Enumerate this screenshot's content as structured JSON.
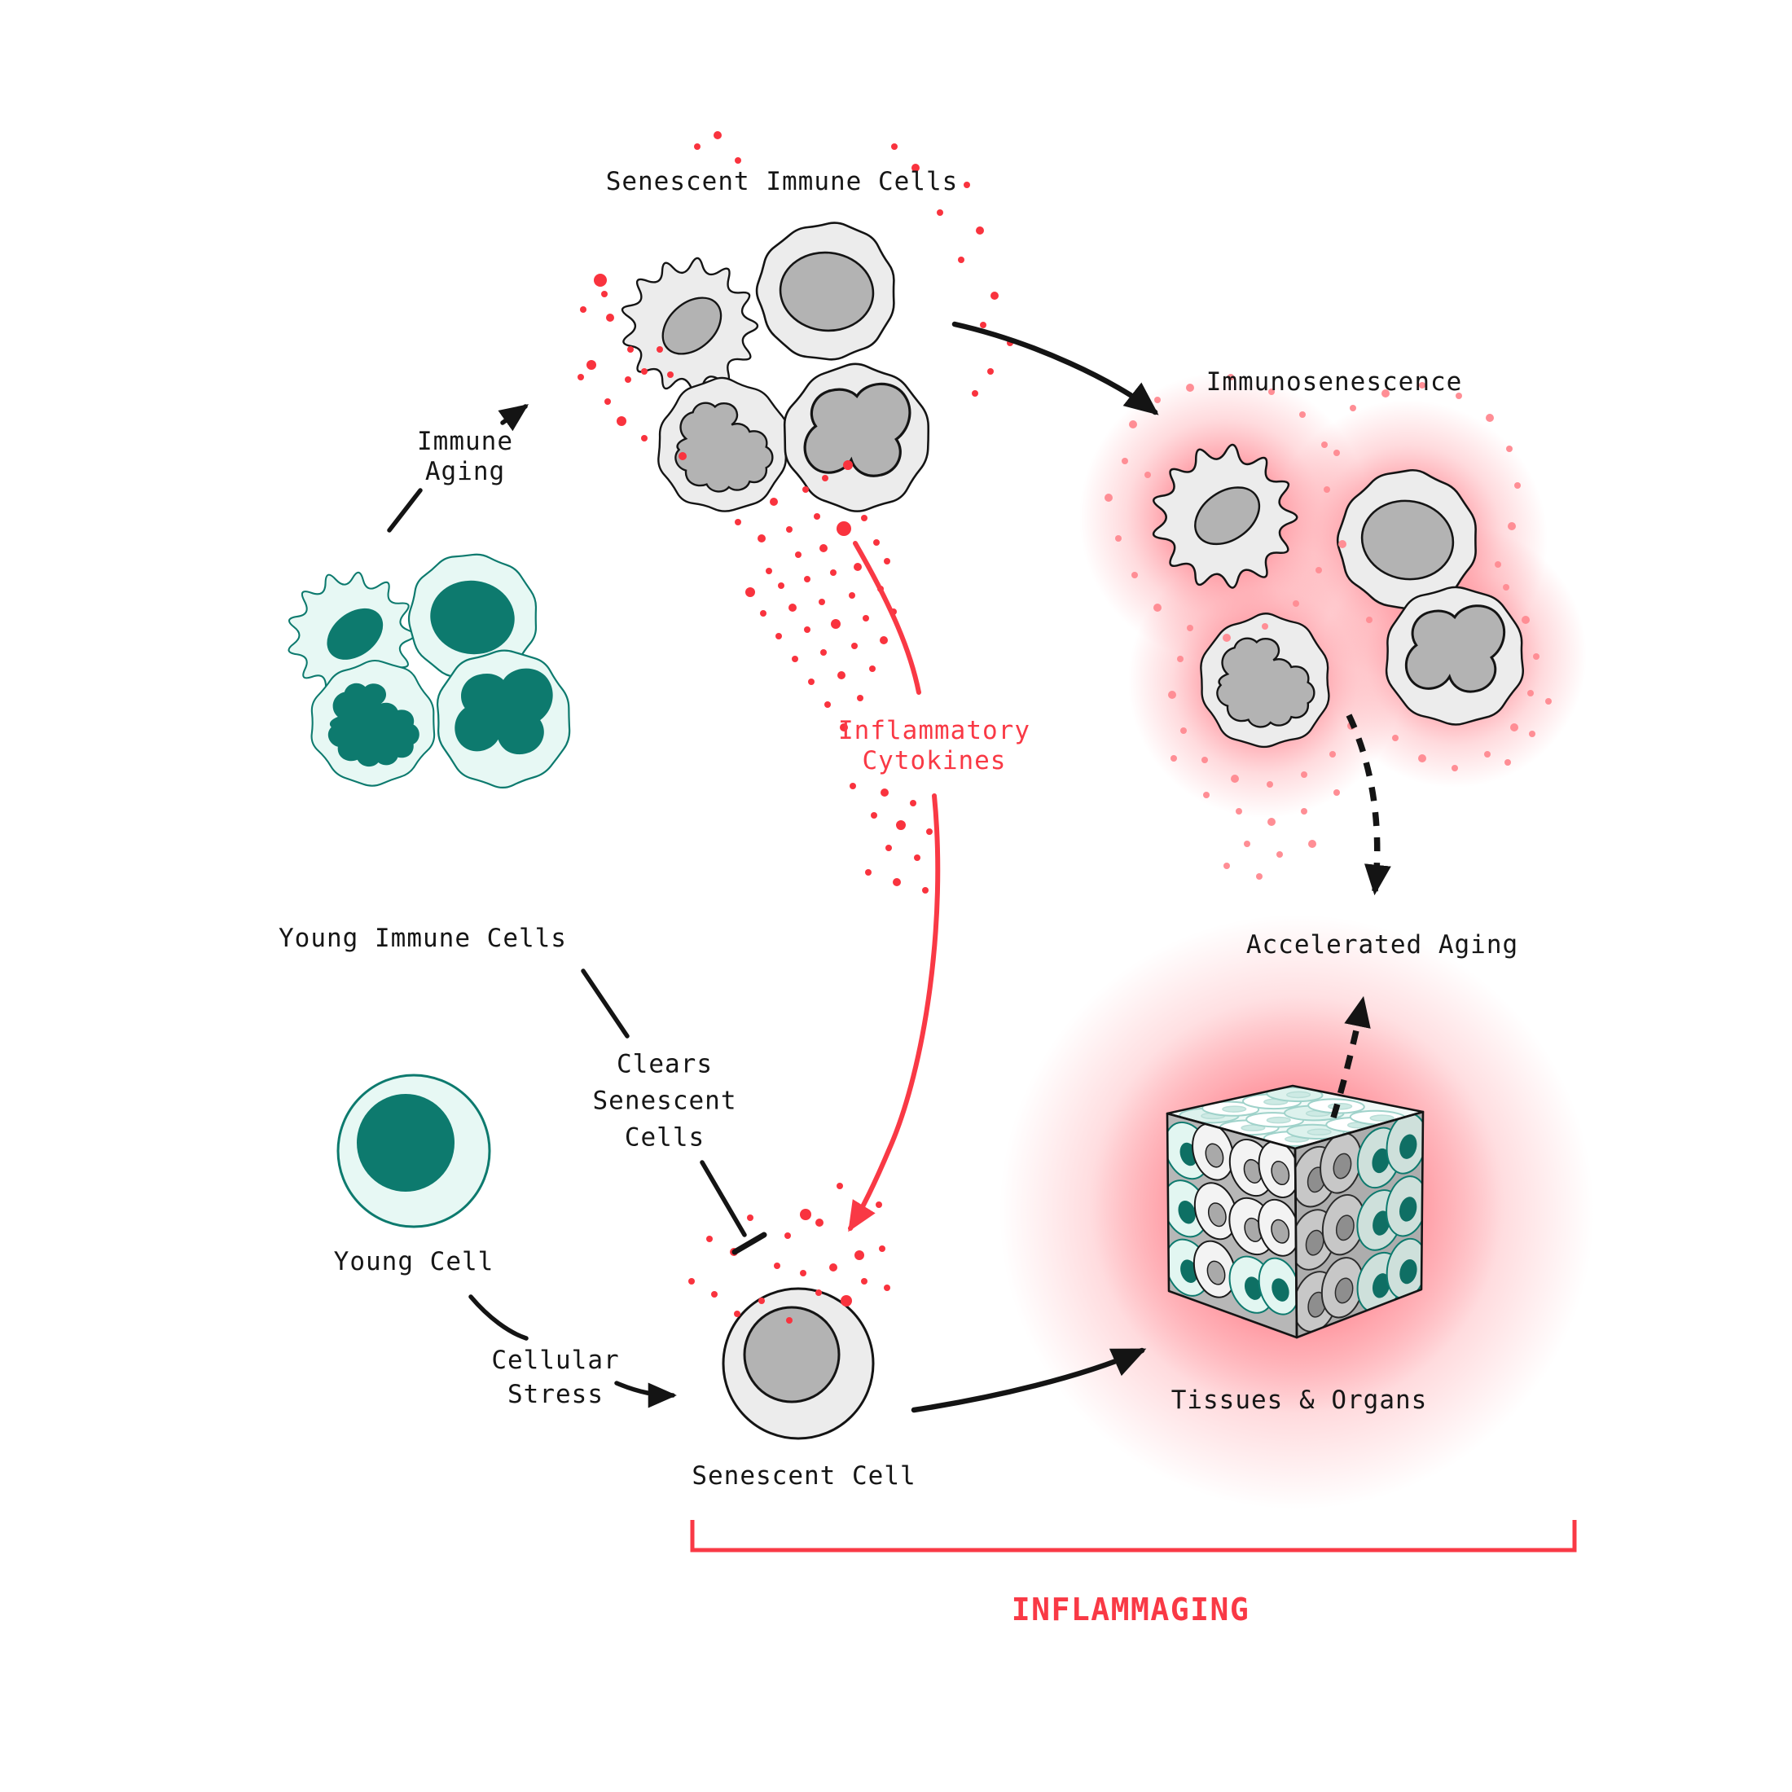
{
  "labels": {
    "senescent_immune_cells": "Senescent Immune Cells",
    "immune_aging": "Immune\nAging",
    "immunosenescence": "Immunosenescence",
    "young_immune_cells": "Young Immune Cells",
    "clears_senescent_cells": "Clears\nSenescent\nCells",
    "young_cell": "Young Cell",
    "cellular_stress": "Cellular\nStress",
    "inflammatory_cytokines": "Inflammatory\nCytokines",
    "senescent_cell": "Senescent Cell",
    "accelerated_aging": "Accelerated Aging",
    "tissues_organs": "Tissues & Organs",
    "inflammaging": "INFLAMMAGING"
  },
  "palette": {
    "ink": "#161616",
    "red": "#f93945",
    "red_dot": "#f9333e",
    "pink_dot": "#ff8e95",
    "glow_pink": "#ff8590",
    "teal_dark": "#0d7a6e",
    "teal_light": "#e7f8f4",
    "gray_cell": "#ececec",
    "gray_nucleus": "#b3b3b3"
  },
  "illustration": {
    "cytokines_stream": [
      [
        881,
        166,
        5
      ],
      [
        856,
        180,
        4
      ],
      [
        906,
        197,
        4
      ],
      [
        1098,
        180,
        4
      ],
      [
        1124,
        206,
        5
      ],
      [
        1187,
        227,
        4
      ],
      [
        1154,
        261,
        4
      ],
      [
        1203,
        283,
        5
      ],
      [
        1180,
        319,
        4
      ],
      [
        1221,
        363,
        5
      ],
      [
        1207,
        399,
        4
      ],
      [
        1240,
        421,
        4
      ],
      [
        1216,
        456,
        4
      ],
      [
        1197,
        483,
        4
      ],
      [
        737,
        344,
        8
      ],
      [
        742,
        361,
        4
      ],
      [
        716,
        380,
        4
      ],
      [
        749,
        390,
        5
      ],
      [
        774,
        429,
        4
      ],
      [
        726,
        448,
        6
      ],
      [
        713,
        463,
        4
      ],
      [
        771,
        466,
        4
      ],
      [
        746,
        493,
        4
      ],
      [
        763,
        517,
        6
      ],
      [
        810,
        429,
        4
      ],
      [
        791,
        456,
        4
      ],
      [
        823,
        460,
        4
      ],
      [
        791,
        538,
        4
      ],
      [
        838,
        560,
        5
      ],
      [
        950,
        616,
        5
      ],
      [
        989,
        601,
        4
      ],
      [
        1013,
        587,
        4
      ],
      [
        1041,
        571,
        6
      ],
      [
        906,
        641,
        4
      ],
      [
        935,
        661,
        5
      ],
      [
        969,
        650,
        4
      ],
      [
        1003,
        634,
        4
      ],
      [
        1036,
        649,
        9
      ],
      [
        1061,
        636,
        4
      ],
      [
        980,
        681,
        4
      ],
      [
        1011,
        673,
        5
      ],
      [
        944,
        701,
        4
      ],
      [
        1076,
        666,
        4
      ],
      [
        921,
        727,
        6
      ],
      [
        959,
        719,
        4
      ],
      [
        991,
        711,
        4
      ],
      [
        1023,
        703,
        4
      ],
      [
        1053,
        696,
        5
      ],
      [
        1089,
        689,
        4
      ],
      [
        937,
        753,
        4
      ],
      [
        973,
        746,
        5
      ],
      [
        1009,
        739,
        4
      ],
      [
        1046,
        731,
        4
      ],
      [
        1081,
        723,
        4
      ],
      [
        956,
        781,
        4
      ],
      [
        991,
        773,
        4
      ],
      [
        1026,
        766,
        6
      ],
      [
        1063,
        759,
        4
      ],
      [
        1097,
        751,
        4
      ],
      [
        976,
        809,
        4
      ],
      [
        1011,
        801,
        4
      ],
      [
        1049,
        793,
        4
      ],
      [
        1085,
        786,
        5
      ],
      [
        996,
        837,
        4
      ],
      [
        1033,
        829,
        5
      ],
      [
        1071,
        821,
        4
      ],
      [
        1016,
        865,
        4
      ],
      [
        1056,
        857,
        4
      ],
      [
        1036,
        893,
        5
      ],
      [
        1047,
        965,
        4
      ],
      [
        1086,
        973,
        5
      ],
      [
        1121,
        986,
        4
      ],
      [
        1073,
        1001,
        4
      ],
      [
        1106,
        1013,
        6
      ],
      [
        1141,
        1021,
        4
      ],
      [
        1091,
        1041,
        4
      ],
      [
        1126,
        1053,
        4
      ],
      [
        1066,
        1071,
        4
      ],
      [
        1101,
        1083,
        5
      ],
      [
        1136,
        1093,
        4
      ]
    ],
    "cytokines_cell": [
      [
        1031,
        1456,
        4
      ],
      [
        1079,
        1479,
        4
      ],
      [
        989,
        1491,
        7
      ],
      [
        1006,
        1501,
        5
      ],
      [
        921,
        1495,
        4
      ],
      [
        967,
        1517,
        4
      ],
      [
        871,
        1521,
        4
      ],
      [
        901,
        1537,
        5
      ],
      [
        1055,
        1541,
        6
      ],
      [
        1083,
        1533,
        4
      ],
      [
        954,
        1554,
        4
      ],
      [
        986,
        1563,
        4
      ],
      [
        1023,
        1556,
        5
      ],
      [
        1061,
        1573,
        4
      ],
      [
        1089,
        1581,
        4
      ],
      [
        849,
        1573,
        4
      ],
      [
        877,
        1589,
        4
      ],
      [
        935,
        1597,
        4
      ],
      [
        905,
        1613,
        4
      ],
      [
        1005,
        1587,
        4
      ],
      [
        1039,
        1597,
        7
      ],
      [
        969,
        1621,
        4
      ]
    ],
    "cytokines_pink": [
      [
        1391,
        521,
        5
      ],
      [
        1421,
        491,
        4
      ],
      [
        1461,
        476,
        5
      ],
      [
        1511,
        463,
        4
      ],
      [
        1561,
        481,
        4
      ],
      [
        1599,
        509,
        4
      ],
      [
        1626,
        546,
        4
      ],
      [
        1381,
        566,
        4
      ],
      [
        1361,
        611,
        5
      ],
      [
        1373,
        661,
        4
      ],
      [
        1393,
        706,
        4
      ],
      [
        1421,
        746,
        5
      ],
      [
        1461,
        771,
        4
      ],
      [
        1506,
        783,
        5
      ],
      [
        1553,
        769,
        4
      ],
      [
        1591,
        741,
        4
      ],
      [
        1409,
        583,
        4
      ],
      [
        1661,
        501,
        4
      ],
      [
        1701,
        483,
        5
      ],
      [
        1746,
        473,
        4
      ],
      [
        1791,
        486,
        4
      ],
      [
        1829,
        513,
        5
      ],
      [
        1853,
        551,
        4
      ],
      [
        1863,
        596,
        4
      ],
      [
        1856,
        646,
        5
      ],
      [
        1839,
        693,
        4
      ],
      [
        1641,
        556,
        4
      ],
      [
        1629,
        601,
        4
      ],
      [
        1619,
        700,
        4
      ],
      [
        1648,
        668,
        5
      ],
      [
        1449,
        809,
        4
      ],
      [
        1439,
        853,
        5
      ],
      [
        1453,
        897,
        4
      ],
      [
        1479,
        933,
        4
      ],
      [
        1516,
        956,
        5
      ],
      [
        1559,
        963,
        4
      ],
      [
        1601,
        951,
        4
      ],
      [
        1636,
        926,
        4
      ],
      [
        1659,
        891,
        5
      ],
      [
        1441,
        931,
        4
      ],
      [
        1481,
        976,
        4
      ],
      [
        1521,
        996,
        4
      ],
      [
        1561,
        1009,
        5
      ],
      [
        1601,
        996,
        4
      ],
      [
        1641,
        973,
        4
      ],
      [
        1531,
        1036,
        4
      ],
      [
        1571,
        1049,
        4
      ],
      [
        1611,
        1036,
        5
      ],
      [
        1506,
        1063,
        4
      ],
      [
        1546,
        1076,
        4
      ],
      [
        1681,
        761,
        4
      ],
      [
        1849,
        721,
        4
      ],
      [
        1873,
        761,
        5
      ],
      [
        1886,
        806,
        4
      ],
      [
        1879,
        851,
        4
      ],
      [
        1859,
        893,
        5
      ],
      [
        1826,
        926,
        4
      ],
      [
        1786,
        943,
        4
      ],
      [
        1746,
        931,
        5
      ],
      [
        1713,
        906,
        4
      ],
      [
        1851,
        936,
        4
      ],
      [
        1881,
        901,
        4
      ],
      [
        1901,
        861,
        4
      ]
    ]
  }
}
